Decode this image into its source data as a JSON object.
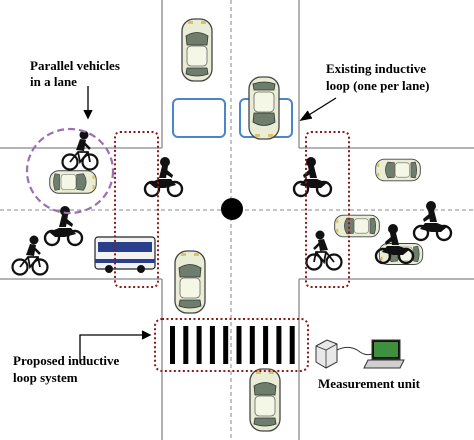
{
  "labels": {
    "parallel_line1": "Parallel vehicles",
    "parallel_line2": "in a lane",
    "existing_line1": "Existing inductive",
    "existing_line2": "loop (one per lane)",
    "proposed_line1": "Proposed inductive",
    "proposed_line2": "loop system",
    "measurement": "Measurement unit"
  },
  "colors": {
    "road_line": "#888888",
    "existing_loop": "#4a86c8",
    "proposed_loop": "#8b1a1a",
    "parallel_circle": "#9b6fb5",
    "car_body": "#e9edd5",
    "bus_blue": "#2a3f8c"
  },
  "proposed_loop_strips": 10
}
